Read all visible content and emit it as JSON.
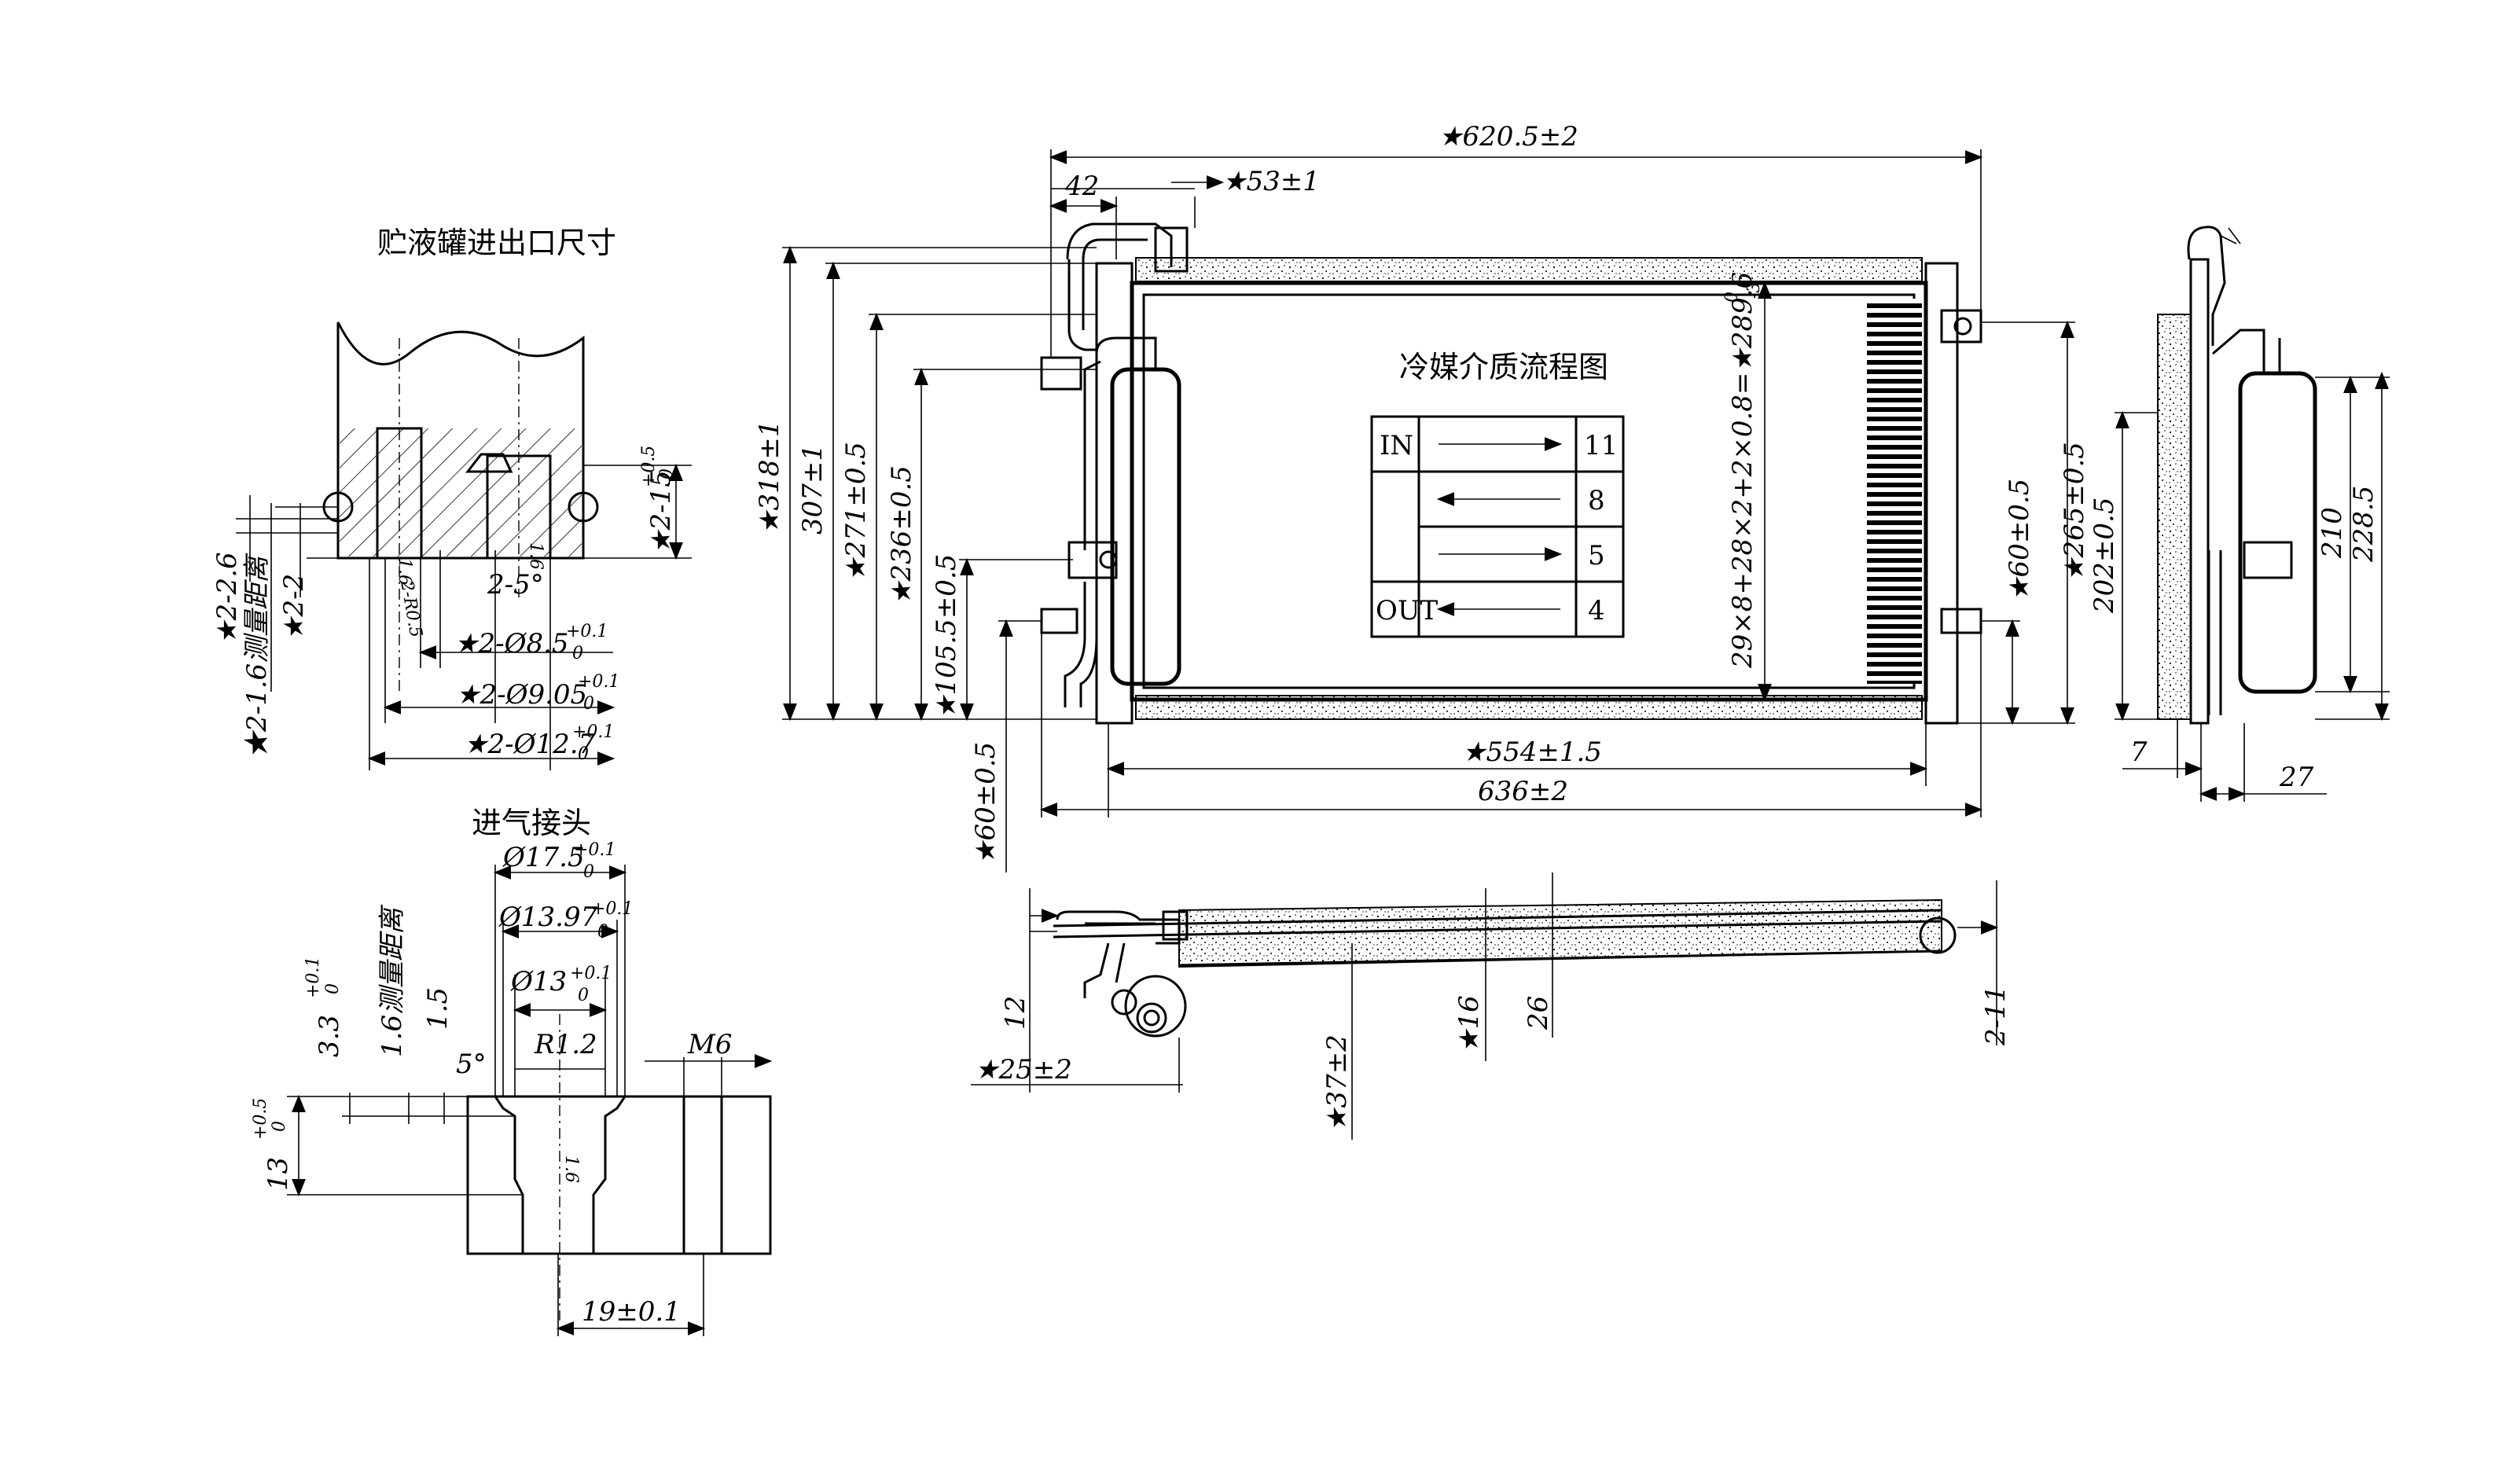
{
  "titles": {
    "receiver_port": "贮液罐进出口尺寸",
    "inlet_fitting": "进气接头",
    "flow_diagram": "冷媒介质流程图"
  },
  "flow_table": {
    "rows": [
      {
        "left": "IN",
        "right": "11",
        "direction": "right"
      },
      {
        "left": "",
        "right": "8",
        "direction": "left"
      },
      {
        "left": "",
        "right": "5",
        "direction": "right"
      },
      {
        "left": "OUT",
        "right": "4",
        "direction": "left"
      }
    ]
  },
  "front_view": {
    "dims": {
      "overall_top": "★620.5±2",
      "d42": "42",
      "d53": "★53±1",
      "d318": "★318±1",
      "d307": "307±1",
      "d271": "★271±0.5",
      "d236": "★236±0.5",
      "d105": "★105.5±0.5",
      "d60_left": "★60±0.5",
      "tube_spec": "29×8+28×2+2×0.8=★289.6",
      "tube_spec_tol_upper": "0",
      "tube_spec_tol_lower": "-3",
      "d60_right": "★60±0.5",
      "d265": "★265±0.5",
      "d554": "★554±1.5",
      "d636": "636±2"
    }
  },
  "side_view": {
    "dims": {
      "d202": "202±0.5",
      "d210": "210",
      "d228": "228.5",
      "d7": "7",
      "d27": "27"
    }
  },
  "bottom_view": {
    "dims": {
      "d12": "12",
      "d25": "★25±2",
      "d37": "★37±2",
      "d16": "★16",
      "d26": "26",
      "d2_11": "2-11"
    }
  },
  "receiver_port_dims": {
    "d2_26": "★2-2.6",
    "d2_16": "★2-1.6测量距离",
    "d2_2": "★2-2",
    "d2_15": "★2-15",
    "d2_15_tol_upper": "+0.5",
    "d2_15_tol_lower": "0",
    "r07": "2-R0.5",
    "angle": "2-5°",
    "label_16a": "1.6",
    "label_16b": "1.6",
    "dia85": "★2-Ø8.5",
    "dia905": "★2-Ø9.05",
    "dia127": "★2-Ø12.7",
    "tol_upper": "+0.1",
    "tol_lower": "0"
  },
  "inlet_fitting_dims": {
    "dia175": "Ø17.5",
    "dia1397": "Ø13.97",
    "dia13": "Ø13",
    "tol_upper": "+0.1",
    "tol_lower": "0",
    "d33": "3.3",
    "d16_meas": "1.6测量距离",
    "d15": "1.5",
    "angle5": "5°",
    "r12": "R1.2",
    "m6": "M6",
    "d13": "13",
    "d13_tol_upper": "+0.5",
    "d13_tol_lower": "0",
    "label_16": "1.6",
    "d19": "19±0.1"
  }
}
